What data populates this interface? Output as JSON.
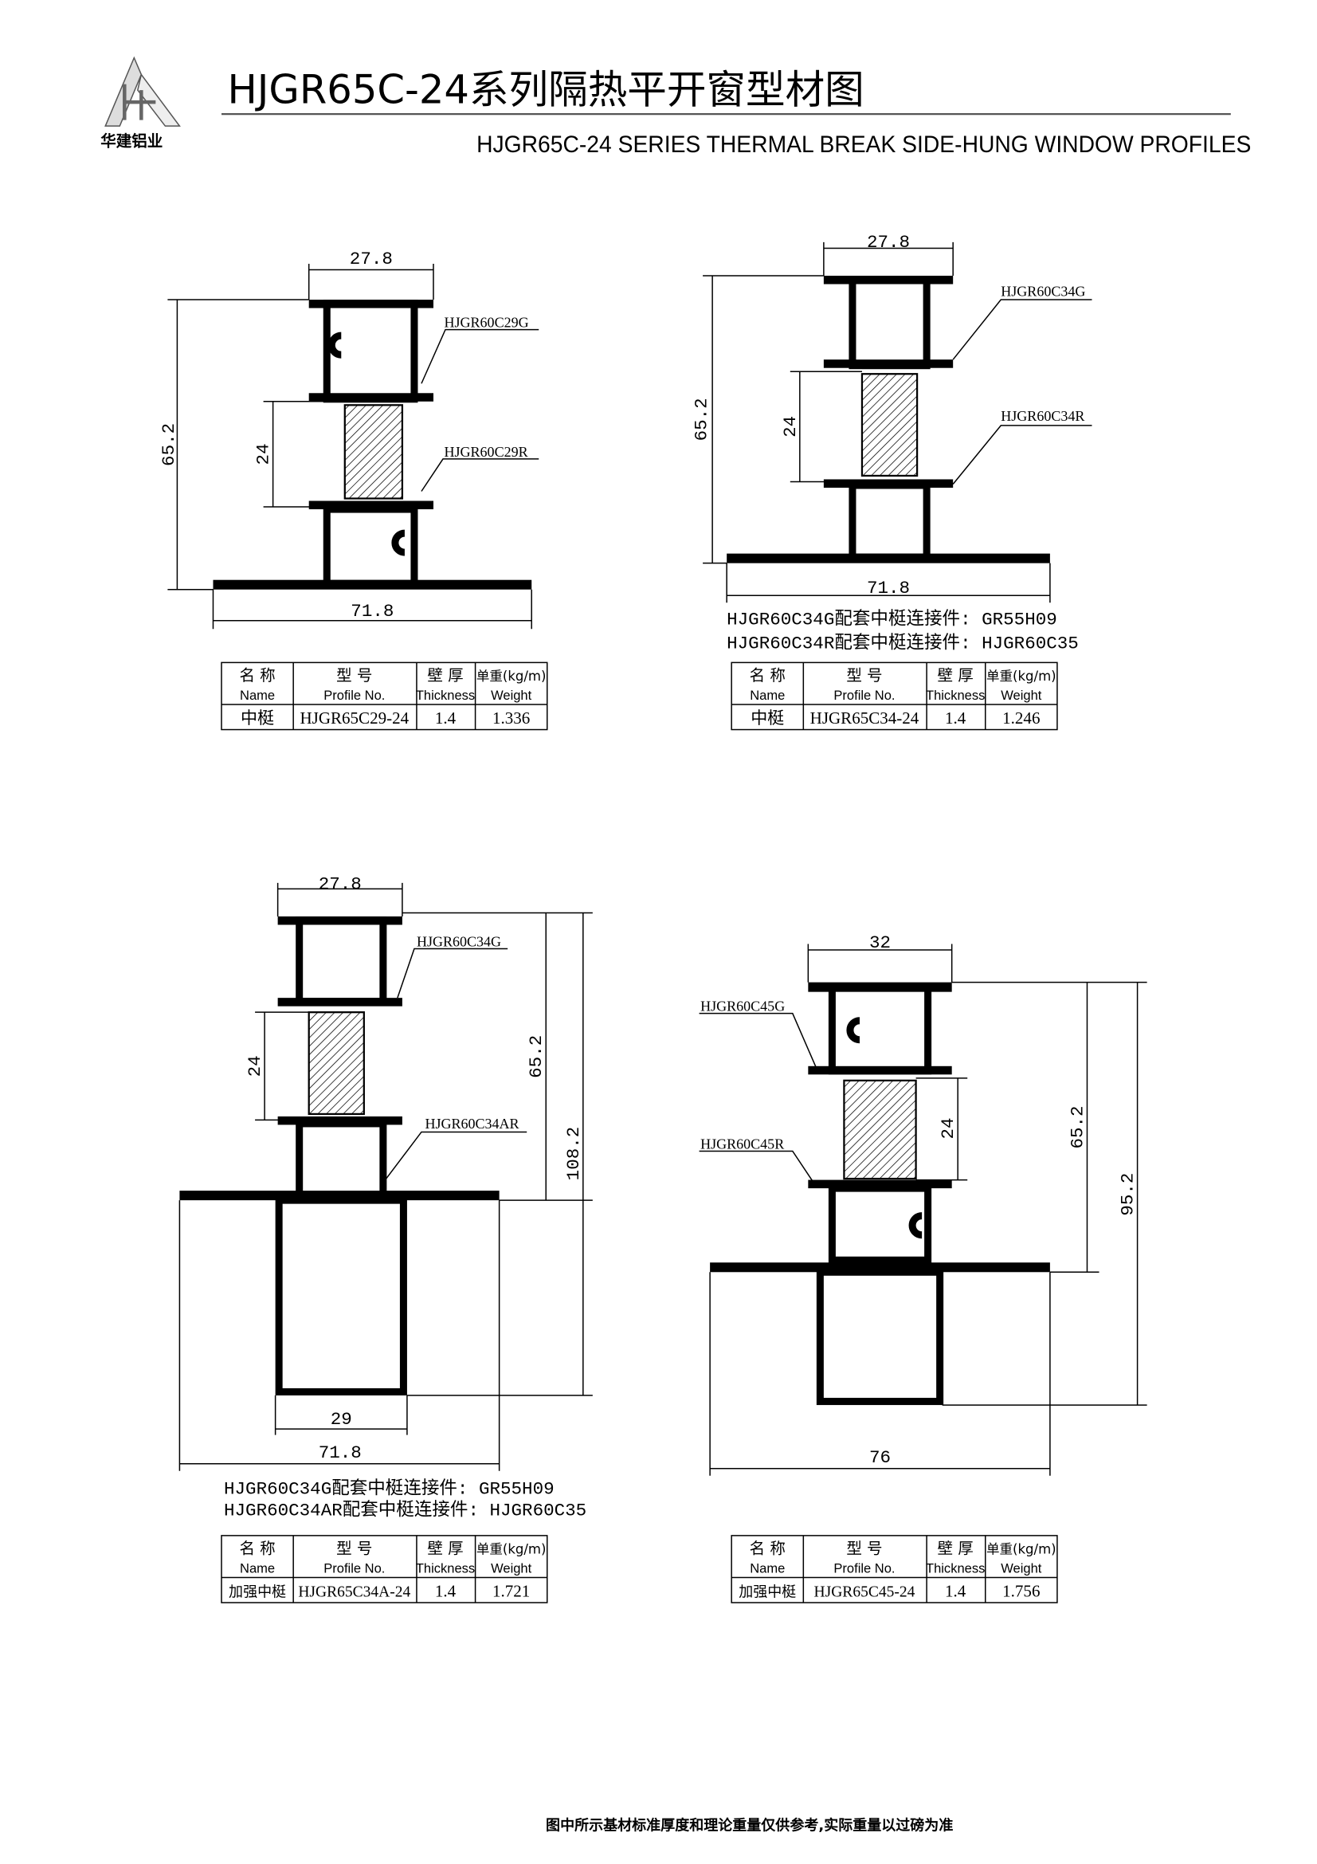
{
  "header": {
    "logo_text": "华建铝业",
    "title": "HJGR65C-24系列隔热平开窗型材图",
    "subtitle": "HJGR65C-24 SERIES THERMAL BREAK SIDE-HUNG WINDOW PROFILES"
  },
  "table_headers": {
    "name_cn": "名 称",
    "name_en": "Name",
    "profile_cn": "型 号",
    "profile_en": "Profile No.",
    "thickness_cn": "壁 厚",
    "thickness_en": "Thickness",
    "weight_cn": "单重(kg/m)",
    "weight_en": "Weight"
  },
  "profiles": [
    {
      "dims": {
        "top": "27.8",
        "height": "65.2",
        "break": "24",
        "base": "71.8"
      },
      "labels": [
        "HJGR60C29G",
        "HJGR60C29R"
      ],
      "notes": [],
      "row": {
        "name": "中梃",
        "profile": "HJGR65C29-24",
        "thickness": "1.4",
        "weight": "1.336"
      }
    },
    {
      "dims": {
        "top": "27.8",
        "height": "65.2",
        "break": "24",
        "base": "71.8"
      },
      "labels": [
        "HJGR60C34G",
        "HJGR60C34R"
      ],
      "notes": [
        "HJGR60C34G配套中梃连接件: GR55H09",
        "HJGR60C34R配套中梃连接件: HJGR60C35"
      ],
      "row": {
        "name": "中梃",
        "profile": "HJGR65C34-24",
        "thickness": "1.4",
        "weight": "1.246"
      }
    },
    {
      "dims": {
        "top": "27.8",
        "height": "65.2",
        "total": "108.2",
        "break": "24",
        "reinf": "29",
        "base": "71.8"
      },
      "labels": [
        "HJGR60C34G",
        "HJGR60C34AR"
      ],
      "notes": [
        "HJGR60C34G配套中梃连接件: GR55H09",
        "HJGR60C34AR配套中梃连接件: HJGR60C35"
      ],
      "row": {
        "name": "加强中梃",
        "profile": "HJGR65C34A-24",
        "thickness": "1.4",
        "weight": "1.721"
      }
    },
    {
      "dims": {
        "top": "32",
        "height": "65.2",
        "total": "95.2",
        "break": "24",
        "base": "76"
      },
      "labels": [
        "HJGR60C45G",
        "HJGR60C45R"
      ],
      "notes": [],
      "row": {
        "name": "加强中梃",
        "profile": "HJGR65C45-24",
        "thickness": "1.4",
        "weight": "1.756"
      }
    }
  ],
  "footer": "图中所示基材标准厚度和理论重量仅供参考,实际重量以过磅为准"
}
